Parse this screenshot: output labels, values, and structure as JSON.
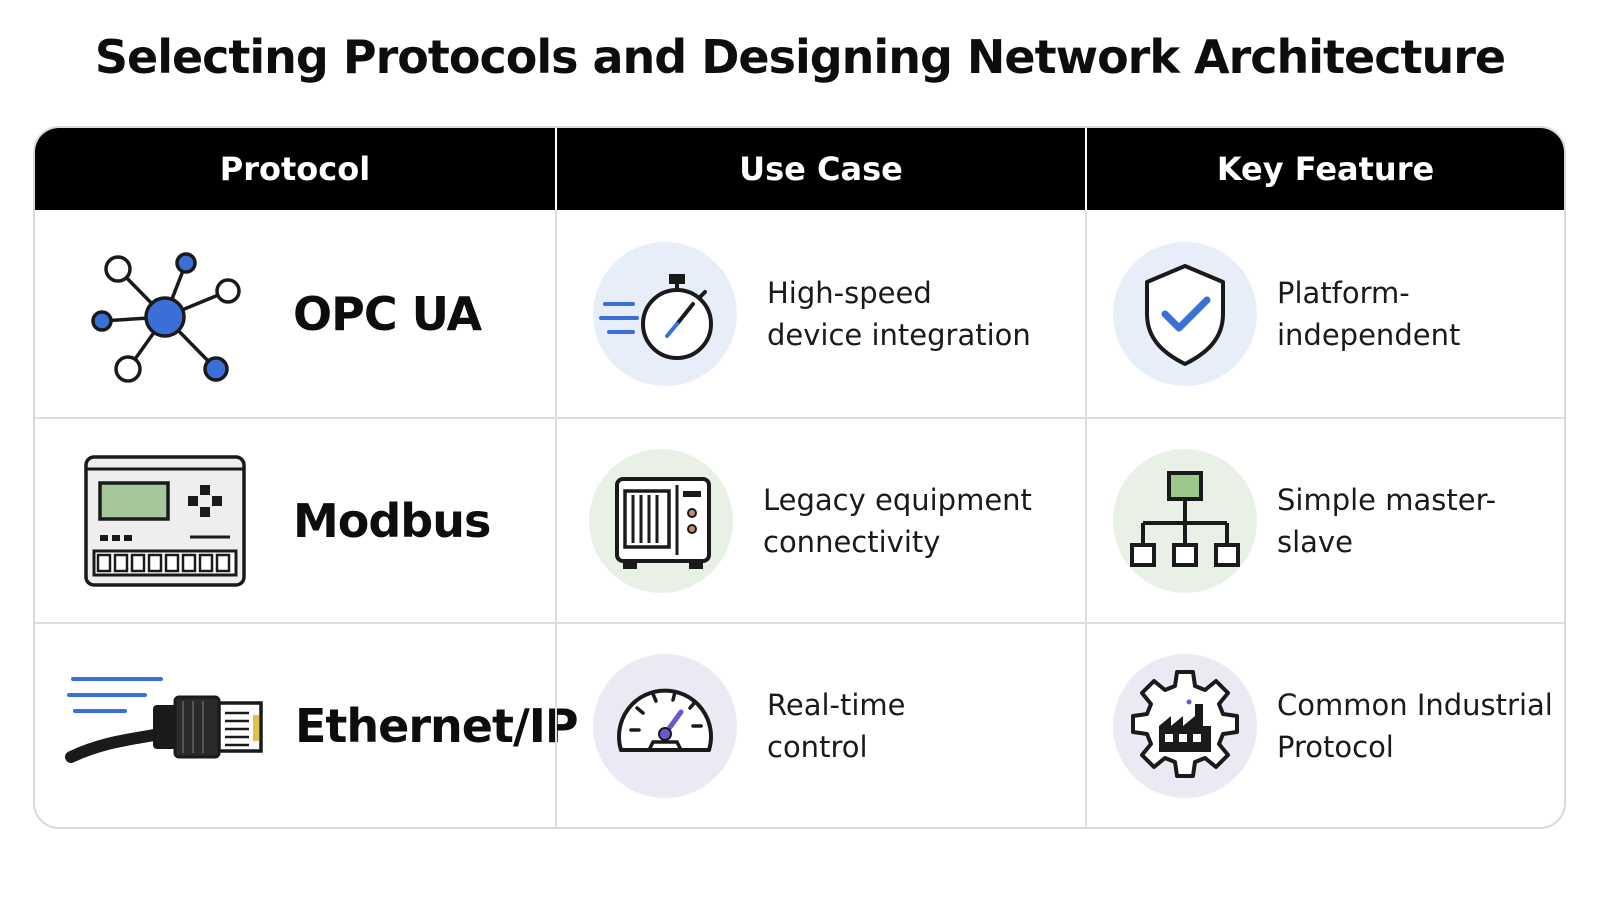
{
  "title": "Selecting Protocols and Designing Network Architecture",
  "headers": {
    "protocol": "Protocol",
    "use_case": "Use Case",
    "key_feature": "Key Feature"
  },
  "rows": [
    {
      "protocol": "OPC UA",
      "protocol_icon": "network-nodes-icon",
      "use_case_line1": "High-speed",
      "use_case_line2": "device integration",
      "use_case_icon": "stopwatch-icon",
      "key_feature_line1": "Platform-independent",
      "key_feature_line2": "",
      "key_feature_icon": "shield-check-icon"
    },
    {
      "protocol": "Modbus",
      "protocol_icon": "plc-device-icon",
      "use_case_line1": "Legacy equipment",
      "use_case_line2": "connectivity",
      "use_case_icon": "legacy-server-icon",
      "key_feature_line1": "Simple master-slave",
      "key_feature_line2": "",
      "key_feature_icon": "hierarchy-icon"
    },
    {
      "protocol": "Ethernet/IP",
      "protocol_icon": "ethernet-cable-icon",
      "use_case_line1": "Real-time",
      "use_case_line2": "control",
      "use_case_icon": "speedometer-icon",
      "key_feature_line1": "Common Industrial",
      "key_feature_line2": "Protocol",
      "key_feature_icon": "gear-factory-icon"
    }
  ],
  "colors": {
    "accent_blue": "#3b6fd8",
    "accent_green": "#9cc98a",
    "accent_purple": "#6a5acd",
    "header_bg": "#000000"
  }
}
